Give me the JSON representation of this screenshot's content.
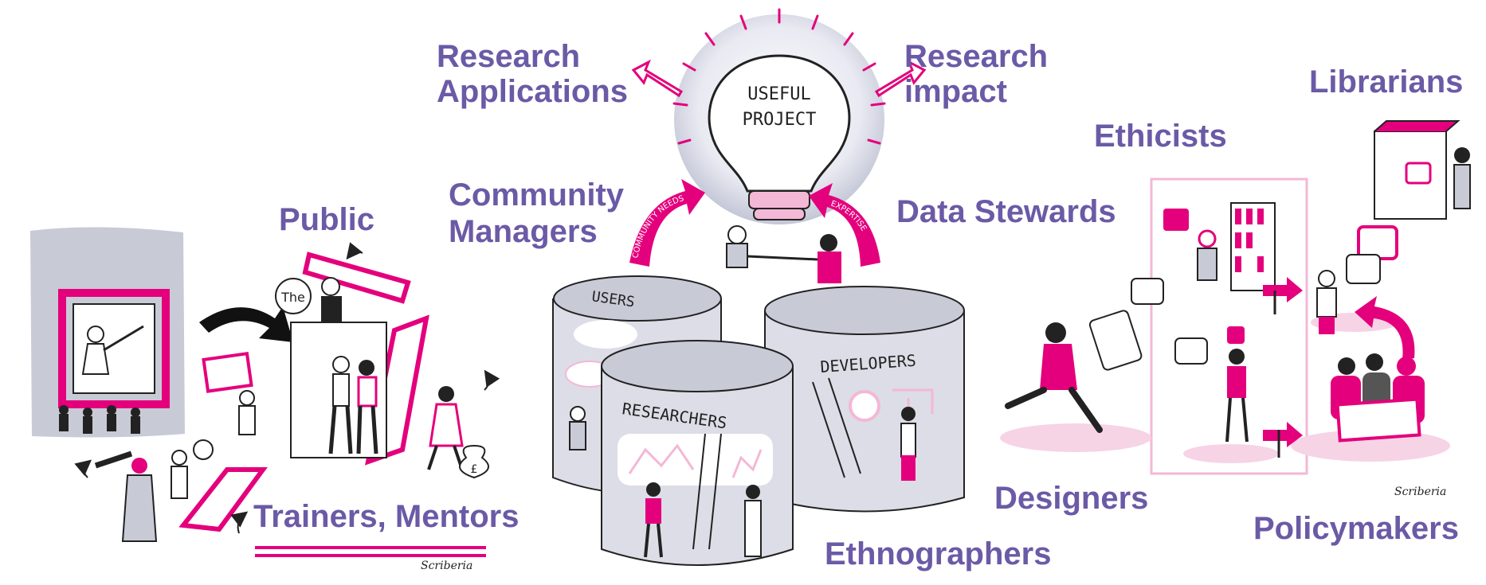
{
  "labels": {
    "research_applications_1": "Research",
    "research_applications_2": "Applications",
    "research_impact_1": "Research",
    "research_impact_2": "impact",
    "community_managers_1": "Community",
    "community_managers_2": "Managers",
    "public": "Public",
    "trainers_mentors": "Trainers, Mentors",
    "data_stewards": "Data Stewards",
    "ethicists": "Ethicists",
    "librarians": "Librarians",
    "designers": "Designers",
    "ethnographers": "Ethnographers",
    "policymakers": "Policymakers"
  },
  "bulb": {
    "line1": "USEFUL",
    "line2": "PROJECT",
    "arrow_left": "COMMUNITY NEEDS",
    "arrow_right": "EXPERTISE"
  },
  "cylinders": {
    "users": "USERS",
    "developers": "DEVELOPERS",
    "researchers": "RESEARCHERS"
  },
  "misc": {
    "sign_the": "The",
    "bag_symbol": "£"
  },
  "signature": "Scriberia",
  "colors": {
    "label": "#6b5aa6",
    "accent": "#e4007c",
    "grey": "#c8cad6",
    "ink": "#222222"
  }
}
